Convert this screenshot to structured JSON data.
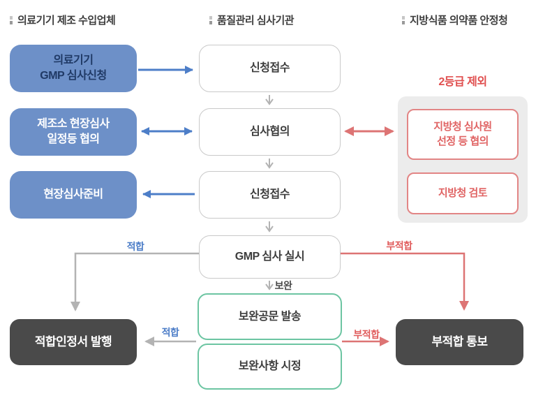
{
  "colors": {
    "blue_box": "#6d90c8",
    "blue_accent": "#4d7ec8",
    "red_accent": "#e05c5c",
    "red_arrow": "#dd7474",
    "red_border": "#e28585",
    "green_border": "#6cc5a2",
    "gray_panel": "#ececec",
    "gray_line": "#b3b3b3",
    "dark_box": "#4a4a4a"
  },
  "headers": [
    {
      "label": "의료기기 제조 수입업체"
    },
    {
      "label": "품질관리 심사기관"
    },
    {
      "label": "지방식품 의약품 안정청"
    }
  ],
  "boxes": {
    "gmp_apply": "의료기기\nGMP 심사신청",
    "site_schedule": "제조소 현장심사\n일정등 협의",
    "site_prep": "현장심사준비",
    "receipt1": "신청접수",
    "review_consult": "심사협의",
    "receipt2": "신청접수",
    "gmp_exec": "GMP 심사 실시",
    "supplement_letter": "보완공문 발송",
    "supplement_fix": "보완사항 시정",
    "regional_select": "지방청 심사원\n선정 등 협의",
    "regional_review": "지방청 검토",
    "cert_issue": "적합인정서 발행",
    "fail_notice": "부적합 통보"
  },
  "labels": {
    "grade2_exempt": "2등급 제외",
    "pass_top": "적합",
    "fail_top": "부적합",
    "supplement": "보완",
    "pass_bottom": "적합",
    "fail_bottom": "부적합"
  }
}
